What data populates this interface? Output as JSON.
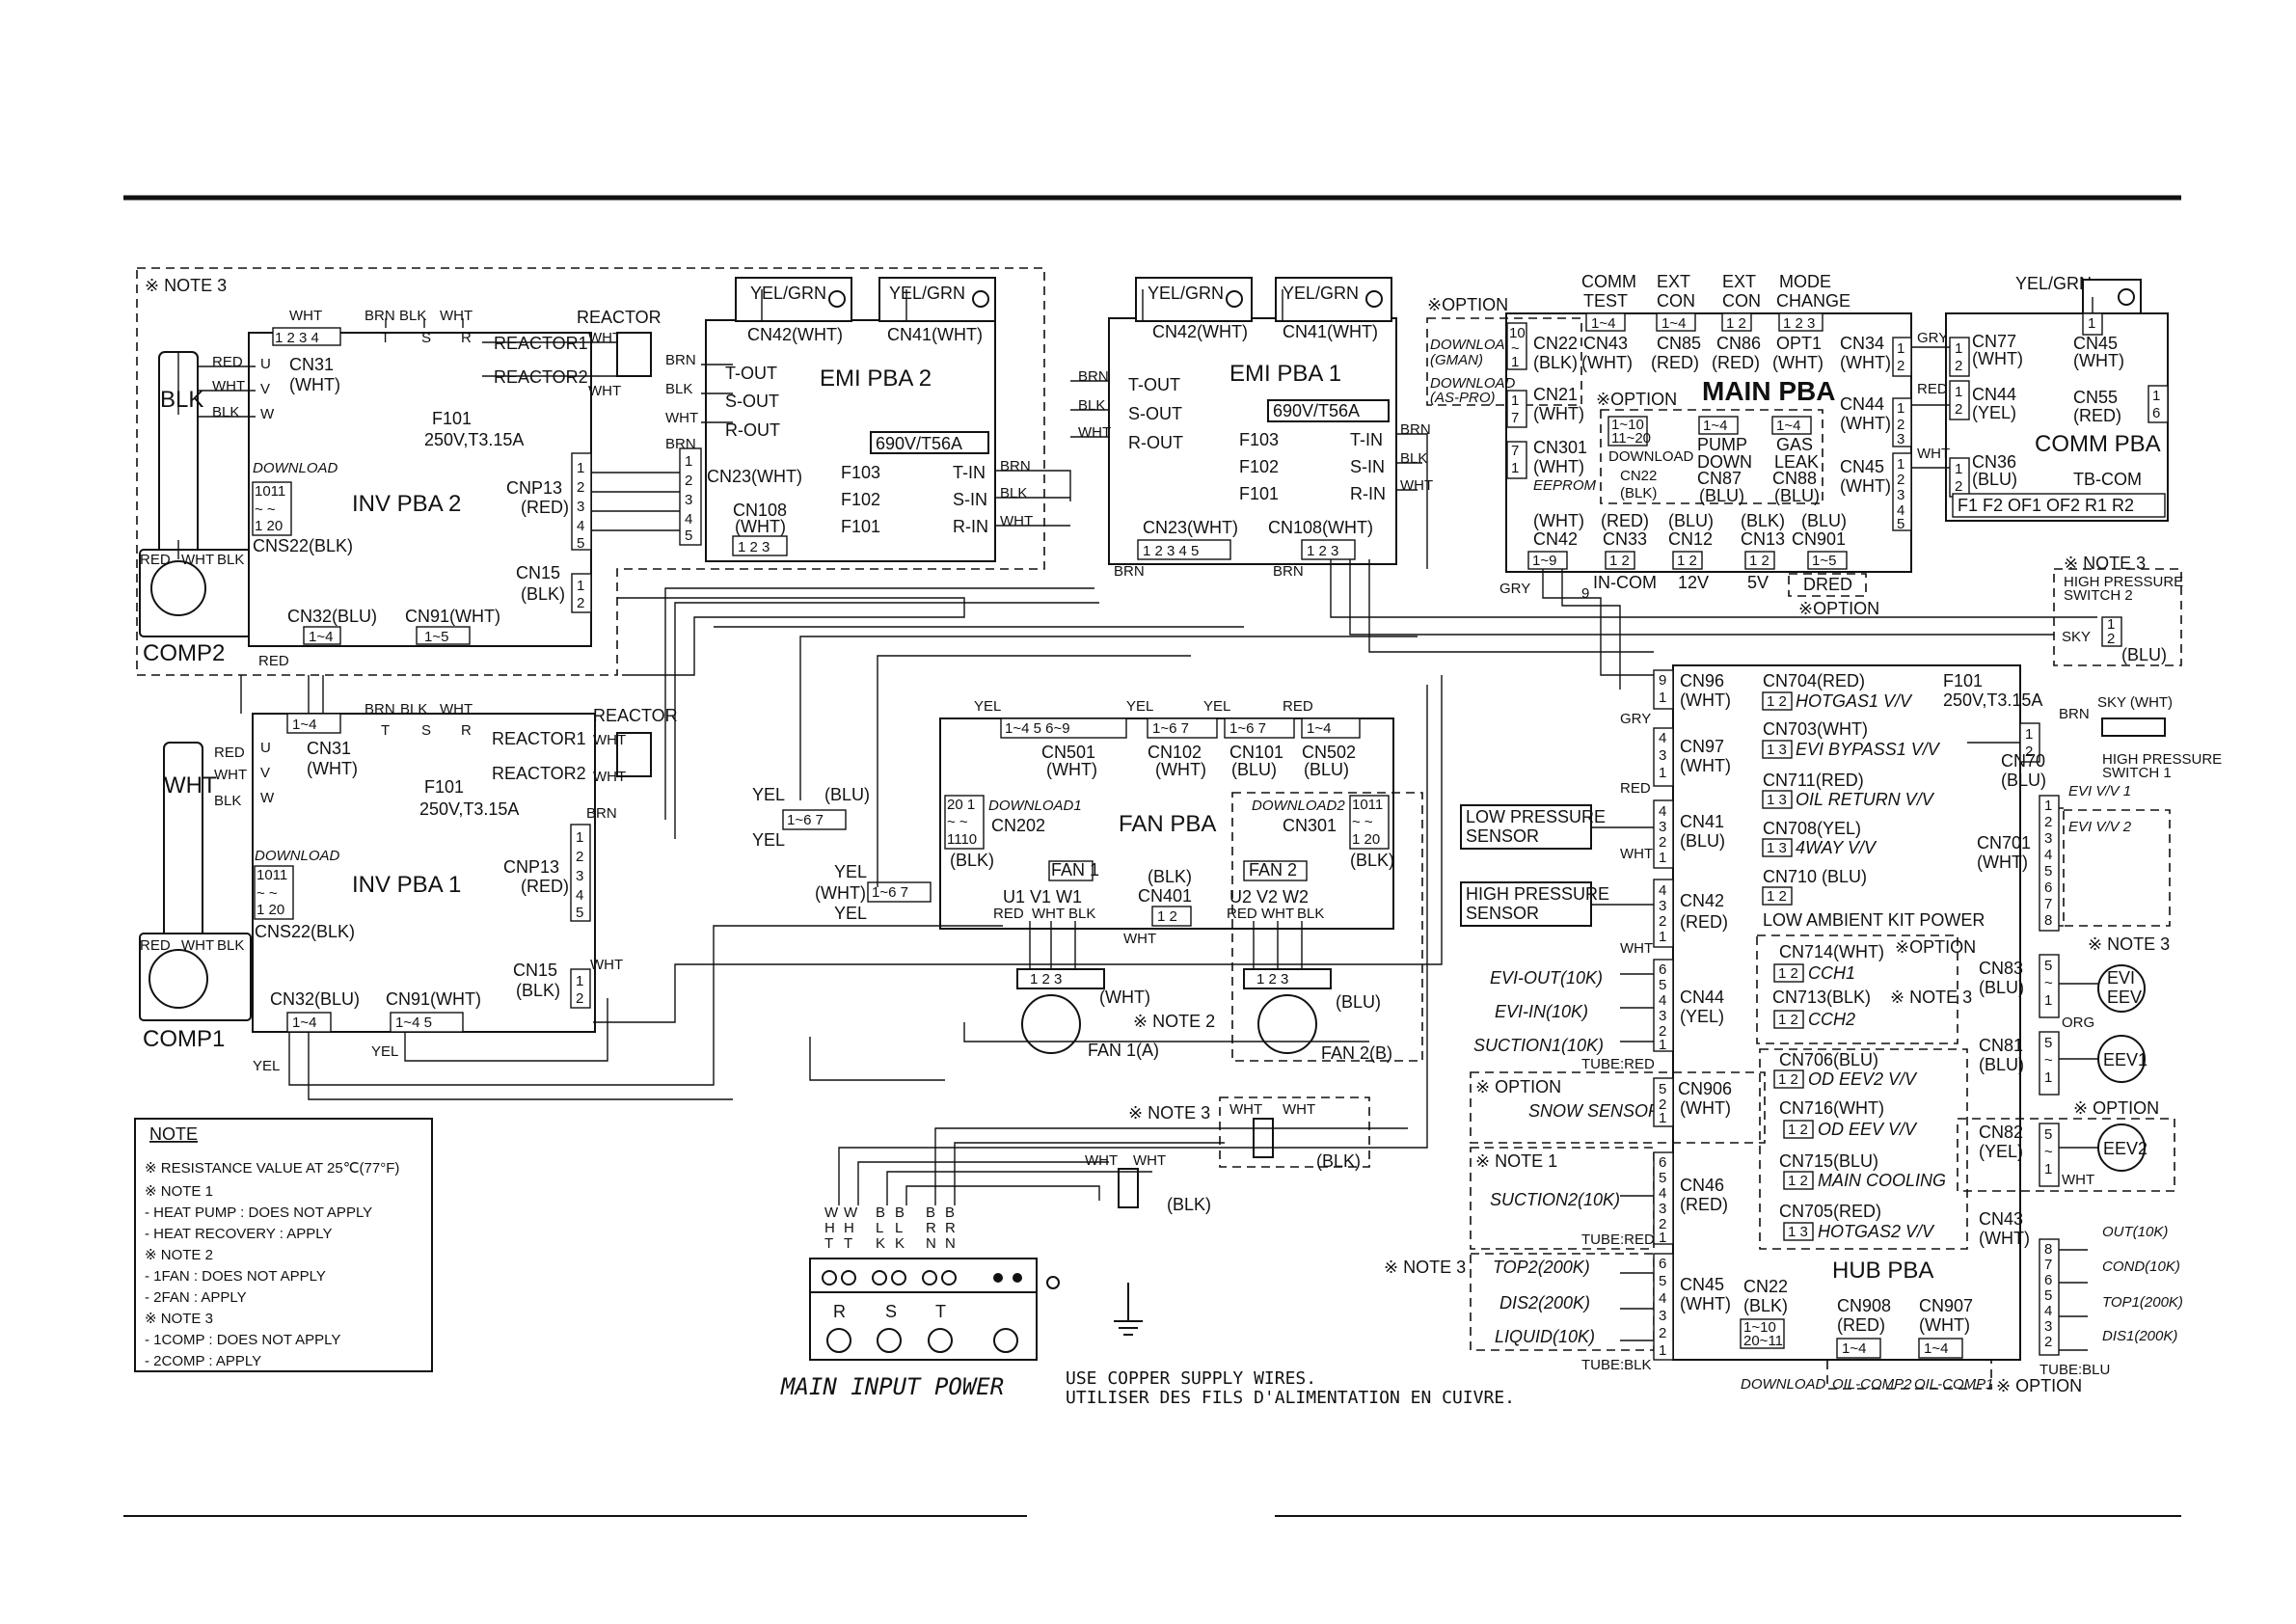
{
  "notes": {
    "note3": "※ NOTE 3",
    "note2": "※ NOTE 2",
    "note1": "※ NOTE  1",
    "option": "※OPTION",
    "option2": "※ OPTION",
    "option3": "※OPTION",
    "legend_title": "NOTE",
    "legend_lines": [
      "※ RESISTANCE VALUE AT 25℃(77°F)",
      "※ NOTE 1",
      " - HEAT PUMP : DOES NOT APPLY",
      " - HEAT RECOVERY : APPLY",
      "※ NOTE 2",
      " - 1FAN : DOES NOT APPLY",
      " - 2FAN : APPLY",
      "※ NOTE 3",
      " - 1COMP : DOES NOT APPLY",
      " - 2COMP : APPLY"
    ]
  },
  "inv2": {
    "title": "INV PBA 2",
    "cn31": "CN31",
    "cn31c": "(WHT)",
    "f101": "F101",
    "fuse": "250V,T3.15A",
    "download": "DOWNLOAD",
    "cns22": "CNS22(BLK)",
    "cnp13": "CNP13",
    "cnp13c": "(RED)",
    "cn15": "CN15",
    "cn15c": "(BLK)",
    "cn32": "CN32(BLU)",
    "cn91": "CN91(WHT)",
    "reactor1": "REACTOR1",
    "reactor2": "REACTOR2",
    "reactor": "REACTOR"
  },
  "inv1": {
    "title": "INV PBA 1",
    "cn31": "CN31",
    "cn31c": "(WHT)",
    "f101": "F101",
    "fuse": "250V,T3.15A",
    "download": "DOWNLOAD",
    "cns22": "CNS22(BLK)",
    "cnp13": "CNP13",
    "cnp13c": "(RED)",
    "cn15": "CN15",
    "cn15c": "(BLK)",
    "cn32": "CN32(BLU)",
    "cn91": "CN91(WHT)",
    "reactor1": "REACTOR1",
    "reactor2": "REACTOR2",
    "reactor": "REACTOR"
  },
  "comp": {
    "comp2": "COMP2",
    "comp1": "COMP1"
  },
  "emi2": {
    "title": "EMI PBA 2",
    "cn42": "CN42(WHT)",
    "cn41": "CN41(WHT)",
    "yelgrn": "YEL/GRN",
    "tout": "T-OUT",
    "sout": "S-OUT",
    "rout": "R-OUT",
    "rating": "690V/T56A",
    "f103": "F103",
    "f102": "F102",
    "f101": "F101",
    "tin": "T-IN",
    "sin": "S-IN",
    "rin": "R-IN",
    "cn23": "CN23(WHT)",
    "cn108": "CN108",
    "cn108c": "(WHT)"
  },
  "emi1": {
    "title": "EMI PBA 1",
    "cn42": "CN42(WHT)",
    "cn41": "CN41(WHT)",
    "yelgrn": "YEL/GRN",
    "tout": "T-OUT",
    "sout": "S-OUT",
    "rout": "R-OUT",
    "rating": "690V/T56A",
    "f103": "F103",
    "f102": "F102",
    "f101": "F101",
    "tin": "T-IN",
    "sin": "S-IN",
    "rin": "R-IN",
    "cn23": "CN23(WHT)",
    "cn108": "CN108(WHT)"
  },
  "fan": {
    "title": "FAN PBA",
    "cn501": "CN501",
    "cn501c": "(WHT)",
    "cn102": "CN102",
    "cn102c": "(WHT)",
    "cn101": "CN101",
    "cn101c": "(BLU)",
    "cn502": "CN502",
    "cn502c": "(BLU)",
    "download1": "DOWNLOAD1",
    "cn202": "CN202",
    "cn202c": "(BLK)",
    "download2": "DOWNLOAD2",
    "cn301": "CN301",
    "cn301c": "(BLK)",
    "fan1": "FAN 1",
    "fan2": "FAN 2",
    "cn401": "CN401",
    "cn401c": "(BLK)",
    "fan1a": "FAN 1(A)",
    "fan2b": "FAN 2(B)",
    "wht": "(WHT)",
    "blu": "(BLU)"
  },
  "main": {
    "title": "MAIN PBA",
    "comm_test": "COMM TEST",
    "ext_con1": "EXT CON",
    "ext_con2": "EXT CON",
    "mode_change": "MODE CHANGE",
    "cn22": "CN22",
    "cn22c": "(BLK)",
    "cn43": "CN43",
    "cn43c": "(WHT)",
    "cn85": "CN85",
    "cn85c": "(RED)",
    "cn86": "CN86",
    "cn86c": "(RED)",
    "opt1": "OPT1",
    "opt1c": "(WHT)",
    "cn34": "CN34",
    "cn34c": "(WHT)",
    "cn21": "CN21",
    "cn21c": "(WHT)",
    "cn44": "CN44",
    "cn44c": "(WHT)",
    "cn45": "CN45",
    "cn45c": "(WHT)",
    "cn301": "CN301",
    "cn301c": "(WHT)",
    "eeprom": "EEPROM",
    "download_gman": "DOWNLOAD (GMAN)",
    "download_aspro": "DOWNLOAD (AS-PRO)",
    "opt_download": "DOWNLOAD",
    "cn22b": "CN22",
    "cn22bc": "(BLK)",
    "pumpdown": "PUMP DOWN",
    "cn87": "CN87",
    "cn87c": "(BLU)",
    "gasleak": "GAS LEAK",
    "cn88": "CN88",
    "cn88c": "(BLU)",
    "cn42": "CN42",
    "cn42c": "(WHT)",
    "cn33": "CN33",
    "cn33c": "(RED)",
    "cn12": "CN12",
    "cn12c": "(BLU)",
    "cn13": "CN13",
    "cn13c": "(BLK)",
    "cn901": "CN901",
    "cn901c": "(BLU)",
    "incom": "IN-COM",
    "v12": "12V",
    "v5": "5V",
    "dred": "DRED",
    "gry": "GRY"
  },
  "comm": {
    "title": "COMM PBA",
    "cn77": "CN77",
    "cn77c": "(WHT)",
    "cn45": "CN45",
    "cn45c": "(WHT)",
    "cn44": "CN44",
    "cn44c": "(YEL)",
    "cn55": "CN55",
    "cn55c": "(RED)",
    "cn36": "CN36",
    "cn36c": "(BLU)",
    "tbcom": "TB-COM",
    "terminals": [
      "F1",
      "F2",
      "OF1",
      "OF2",
      "R1",
      "R2"
    ],
    "yelgrn": "YEL/GRN",
    "gry": "GRY",
    "red": "RED",
    "wht": "WHT"
  },
  "hub": {
    "title": "HUB PBA",
    "cn96": "CN96",
    "cn96c": "(WHT)",
    "cn97": "CN97",
    "cn97c": "(WHT)",
    "cn41": "CN41",
    "cn41c": "(BLU)",
    "cn42": "CN42",
    "cn42c": "(RED)",
    "cn44": "CN44",
    "cn44c": "(YEL)",
    "cn906": "CN906",
    "cn906c": "(WHT)",
    "cn46": "CN46",
    "cn46c": "(RED)",
    "cn45": "CN45",
    "cn45c": "(WHT)",
    "low_sensor": "LOW PRESSURE SENSOR",
    "high_sensor": "HIGH PRESSURE SENSOR",
    "evi_out": "EVI-OUT(10K)",
    "evi_in": "EVI-IN(10K)",
    "suction1": "SUCTION1(10K)",
    "tube_red": "TUBE:RED",
    "snow": "SNOW SENSOR",
    "suction2": "SUCTION2(10K)",
    "top2": "TOP2(200K)",
    "dis2": "DIS2(200K)",
    "liquid": "LIQUID(10K)",
    "tube_blk": "TUBE:BLK",
    "cn704": "CN704(RED)",
    "hotgas1": "HOTGAS1 V/V",
    "cn703": "CN703(WHT)",
    "evibypass": "EVI BYPASS1 V/V",
    "cn711": "CN711(RED)",
    "oilret": "OIL RETURN V/V",
    "cn708": "CN708(YEL)",
    "way4": "4WAY V/V",
    "cn710": "CN710 (BLU)",
    "lowambient": "LOW AMBIENT KIT POWER",
    "cn714": "CN714(WHT)",
    "cch1": "CCH1",
    "cn713": "CN713(BLK)",
    "cch2": "CCH2",
    "cn706": "CN706(BLU)",
    "odeev2": "OD EEV2 V/V",
    "cn716": "CN716(WHT)",
    "odeev": "OD EEV V/V",
    "cn715": "CN715(BLU)",
    "maincool": "MAIN COOLING",
    "cn705": "CN705(RED)",
    "hotgas2": "HOTGAS2 V/V",
    "cn22": "CN22",
    "cn22c": "(BLK)",
    "cn908": "CN908",
    "cn908c": "(RED)",
    "cn907": "CN907",
    "cn907c": "(WHT)",
    "download": "DOWNLOAD",
    "oilcomp2": "OIL-COMP2",
    "oilcomp1": "OIL-COMP1",
    "f101": "F101",
    "fuse": "250V,T3.15A",
    "cn70": "CN70",
    "cn70c": "(BLU)",
    "hps2": "HIGH PRESSURE SWITCH 2",
    "hps1": "HIGH PRESSURE SWITCH 1",
    "sky": "SKY",
    "skywht": "SKY (WHT)",
    "blu": "(BLU)",
    "cn701": "CN701",
    "cn701c": "(WHT)",
    "evi1": "EVI V/V 1",
    "evi2": "EVI V/V 2",
    "cn83": "CN83",
    "cn83c": "(BLU)",
    "cn81": "CN81",
    "cn81c": "(BLU)",
    "cn82": "CN82",
    "cn82c": "(YEL)",
    "cn43": "CN43",
    "cn43c": "(WHT)",
    "eviEev": "EVI EEV",
    "eev1": "EEV1",
    "eev2": "EEV2",
    "org": "ORG",
    "wht": "WHT",
    "out": "OUT(10K)",
    "cond": "COND(10K)",
    "top1": "TOP1(200K)",
    "dis1": "DIS1(200K)",
    "tube_blu": "TUBE:BLU"
  },
  "power": {
    "title": "MAIN INPUT POWER",
    "wire_labels": [
      "W H T",
      "W H T",
      "B L K",
      "B L K",
      "B R N",
      "B R N"
    ],
    "terminals": [
      "R",
      "S",
      "T"
    ],
    "copper_en": "USE COPPER SUPPLY WIRES.",
    "copper_fr": "UTILISER DES FILS D'ALIMENTATION EN CUIVRE.",
    "blk": "(BLK)",
    "wht": "WHT"
  }
}
